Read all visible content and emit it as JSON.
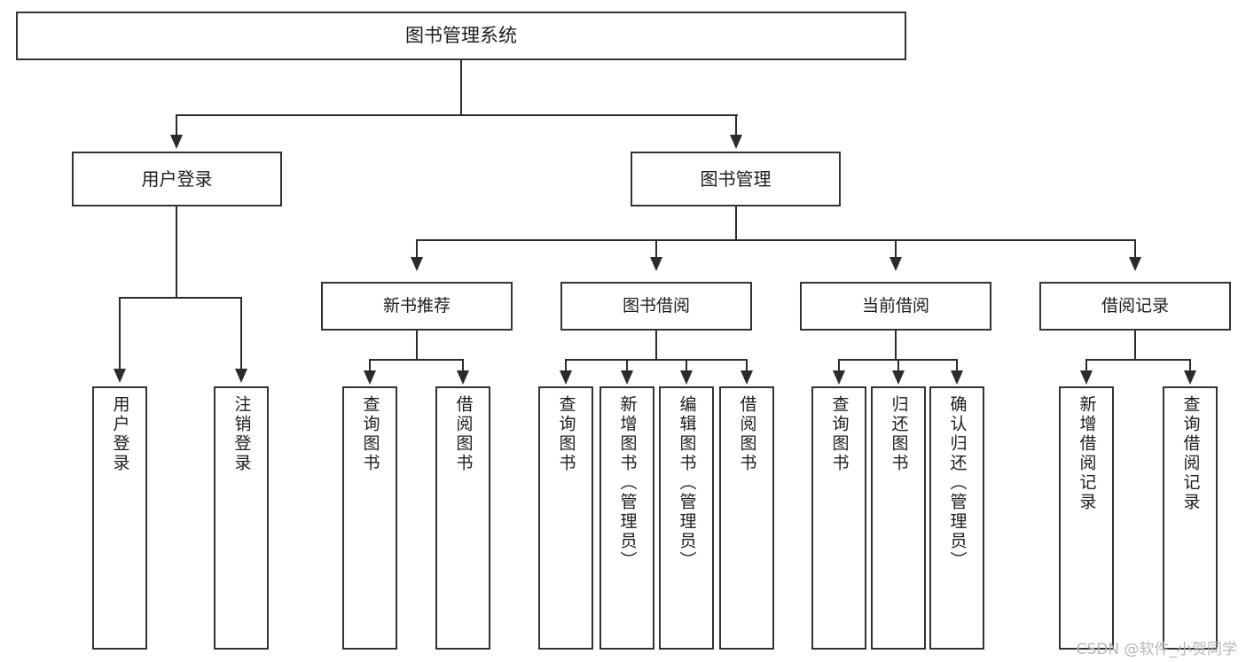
{
  "diagram": {
    "title": "图书管理系统",
    "type": "tree",
    "root": {
      "id": "root",
      "label": "图书管理系统"
    },
    "level2": [
      {
        "id": "user-login",
        "label": "用户登录"
      },
      {
        "id": "book-manage",
        "label": "图书管理"
      }
    ],
    "level3": [
      {
        "id": "new-book-rec",
        "label": "新书推荐"
      },
      {
        "id": "book-borrow",
        "label": "图书借阅"
      },
      {
        "id": "current-borrow",
        "label": "当前借阅"
      },
      {
        "id": "borrow-record",
        "label": "借阅记录"
      }
    ],
    "leaves": {
      "user_login": [
        {
          "id": "leaf-user-login",
          "label": "用户登录"
        },
        {
          "id": "leaf-logout",
          "label": "注销登录"
        }
      ],
      "new_book_rec": [
        {
          "id": "leaf-query-book-1",
          "label": "查询图书"
        },
        {
          "id": "leaf-borrow-book-1",
          "label": "借阅图书"
        }
      ],
      "book_borrow": [
        {
          "id": "leaf-query-book-2",
          "label": "查询图书"
        },
        {
          "id": "leaf-add-book",
          "label": "新增图书（管理员）"
        },
        {
          "id": "leaf-edit-book",
          "label": "编辑图书（管理员）"
        },
        {
          "id": "leaf-borrow-book-2",
          "label": "借阅图书"
        }
      ],
      "current_borrow": [
        {
          "id": "leaf-query-book-3",
          "label": "查询图书"
        },
        {
          "id": "leaf-return-book",
          "label": "归还图书"
        },
        {
          "id": "leaf-confirm-return",
          "label": "确认归还（管理员）"
        }
      ],
      "borrow_record": [
        {
          "id": "leaf-add-record",
          "label": "新增借阅记录"
        },
        {
          "id": "leaf-query-record",
          "label": "查询借阅记录"
        }
      ]
    }
  },
  "watermark": {
    "text": "CSDN @软件_小贺同学"
  },
  "colors": {
    "box_border": "#333333",
    "box_fill": "#ffffff",
    "connector": "#2b2b2b",
    "text": "#1c1c1c",
    "watermark": "#b6b6b6",
    "background": "#ffffff"
  }
}
